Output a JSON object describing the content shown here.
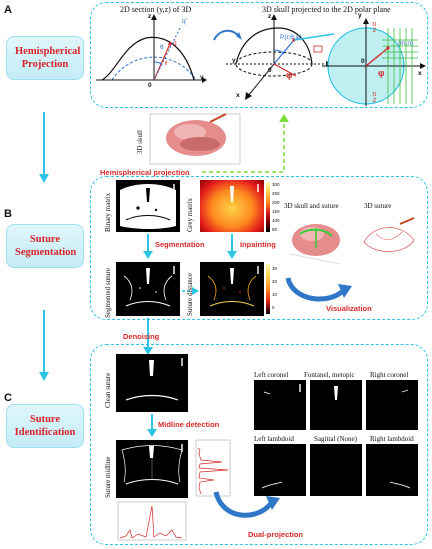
{
  "panels": {
    "a": {
      "letter": "A",
      "stage_label": "Hemispherical Projection"
    },
    "b": {
      "letter": "B",
      "stage_label": "Suture Segmentation"
    },
    "c": {
      "letter": "C",
      "stage_label": "Suture Identification"
    }
  },
  "panel_a": {
    "section_title": "2D section (y,z) of 3D",
    "projection_title": "3D skull projected to the 2D polar plane",
    "symbols": {
      "z": "z",
      "y": "y",
      "x": "x",
      "origin": "0",
      "r": "r",
      "q": "q",
      "q_prime": "q'",
      "theta": "θ",
      "phi": "φ",
      "p": "P(r,θ,φ)",
      "mn": "(m,n)",
      "pi": "π",
      "two": "2"
    }
  },
  "skull_3d": {
    "axis_label": "3D skull"
  },
  "flow_labels": {
    "hemispherical_projection": "Hemispherical projection",
    "segmentation": "Segmentation",
    "inpainting": "Inpainting",
    "visualization": "Visualization",
    "denoising": "Denoising",
    "midline_detection": "Midline detection",
    "dual_projection": "Dual-projection"
  },
  "panel_b": {
    "binary_matrix": "Binary matrix",
    "grey_matrix": "Grey matrix",
    "segmented_suture": "Segmented suture",
    "suture_distance": "Suture distance",
    "skull_and_suture": "3D skull and suture",
    "suture_3d": "3D suture",
    "colorbar_ticks": [
      "300",
      "250",
      "200",
      "150",
      "100",
      "50"
    ],
    "colorbar_ticks2": [
      "30",
      "20",
      "10",
      "0"
    ]
  },
  "panel_c": {
    "clean_suture": "Clean suture",
    "suture_midline": "Suture midline",
    "left_coronal": "Left coronel",
    "fontanel_metopic": "Fontanel, metopic",
    "right_coronal": "Right coronel",
    "left_lambdoid": "Left lambdoid",
    "sagittal": "Sagittal (None)",
    "right_lambdoid": "Right lambdoid"
  },
  "colors": {
    "accent_cyan": "#2ec4e6",
    "flow_red": "#d62a2a",
    "green_arrow": "#7ddc3c",
    "blue_arrow": "#2f78c8"
  }
}
